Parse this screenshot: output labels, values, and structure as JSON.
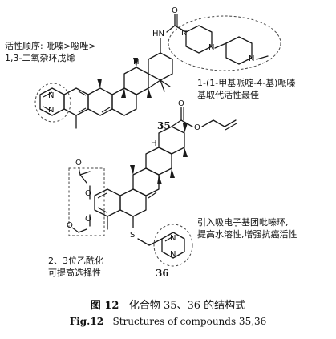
{
  "annotations": {
    "activity_order_line1": "活性顺序: 吡嗪>噁唑>",
    "activity_order_line2": "1,3-二氧杂环戊烯",
    "piperidine_line1": "1-(1-甲基哌啶-4-基)哌嗪",
    "piperidine_line2": "基取代活性最佳",
    "acetyl_line1": "2、3位乙酰化",
    "acetyl_line2": "可提高选择性",
    "pyrazine_line1": "引入吸电子基团吡嗪环,",
    "pyrazine_line2": "提高水溶性,增强抗癌活性"
  },
  "compounds": {
    "c35": "35",
    "c36": "36"
  },
  "atoms": {
    "o": "O",
    "n": "N",
    "h": "H",
    "s": "S",
    "hn": "HN"
  },
  "caption": {
    "zh_label": "图 12",
    "zh_text": "化合物 35、36 的结构式",
    "en_label": "Fig.12",
    "en_text": "Structures of compounds 35,36"
  }
}
